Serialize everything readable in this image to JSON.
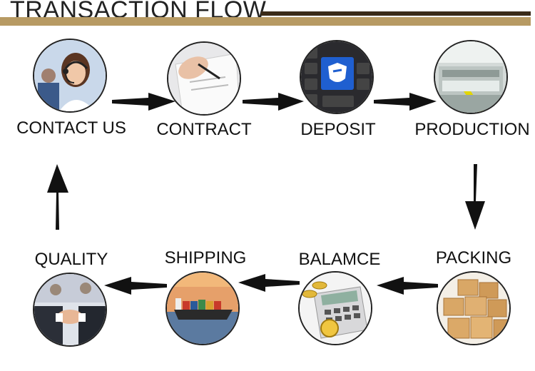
{
  "title": "TRANSACTION FLOW",
  "colors": {
    "rule_dark": "#3a2a18",
    "rule_gold": "#b79a63",
    "arrow": "#111111"
  },
  "steps": [
    {
      "label": "CONTACT US",
      "icon": "customer-service-photo-icon"
    },
    {
      "label": "CONTRACT",
      "icon": "signing-contract-photo-icon"
    },
    {
      "label": "DEPOSIT",
      "icon": "keyboard-shield-key-photo-icon"
    },
    {
      "label": "PRODUCTION",
      "icon": "factory-machine-photo-icon"
    },
    {
      "label": "PACKING",
      "icon": "cardboard-boxes-photo-icon"
    },
    {
      "label": "BALAMCE",
      "icon": "calculator-coins-photo-icon"
    },
    {
      "label": "SHIPPING",
      "icon": "cargo-ship-photo-icon"
    },
    {
      "label": "QUALITY",
      "icon": "handshake-photo-icon"
    }
  ]
}
